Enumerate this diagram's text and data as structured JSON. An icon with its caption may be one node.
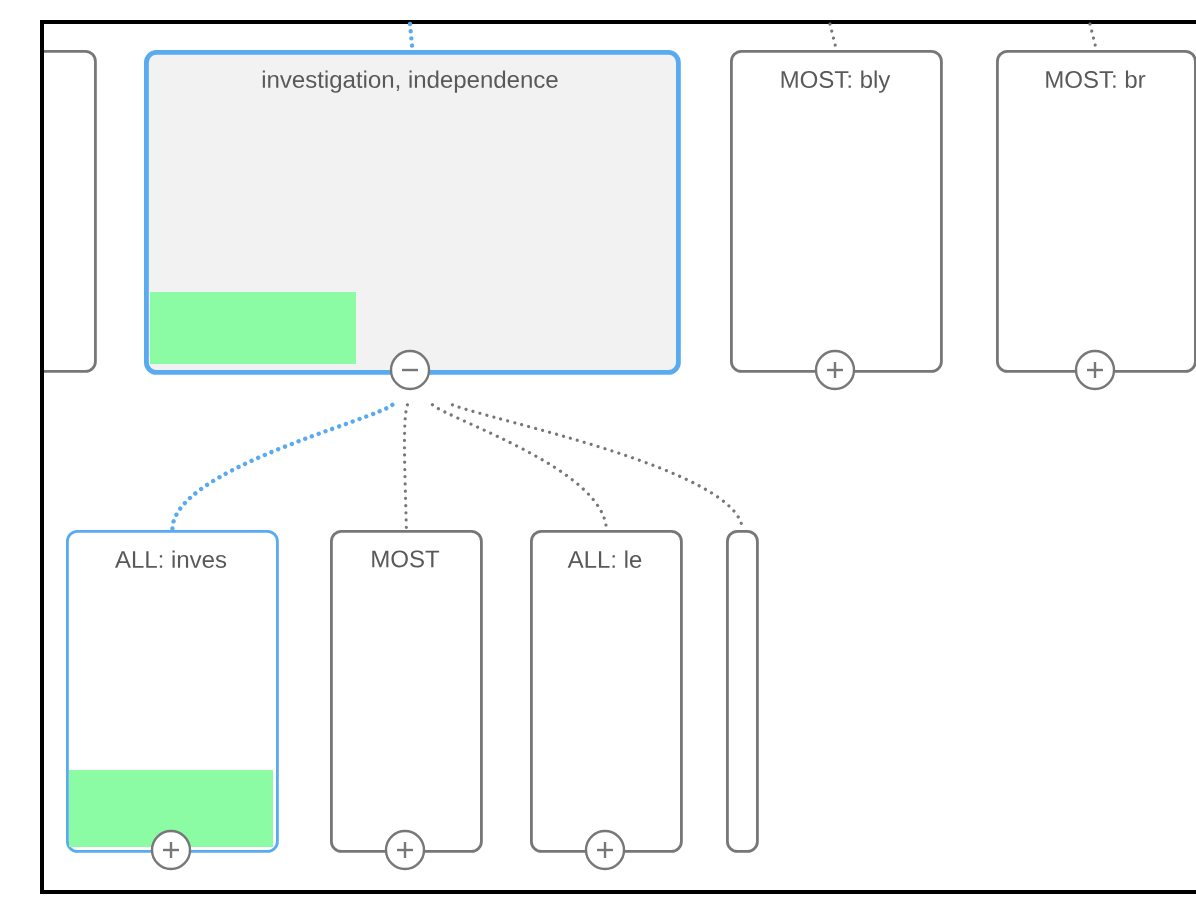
{
  "diagram": {
    "nodes": [
      {
        "text": [],
        "shape": "box"
      },
      {
        "text": [
          "investigation, independence"
        ]
      },
      {
        "text": [
          "MOST: bly"
        ]
      },
      {
        "text": [
          "MOST: br"
        ]
      },
      {
        "text": [
          "ALL: inves"
        ]
      },
      {
        "text": [
          "MOST"
        ]
      },
      {
        "text": [
          "ALL: le"
        ]
      },
      {
        "text": [],
        "shape": "box"
      }
    ],
    "edges": [
      {
        "from": null,
        "to": 1,
        "arrow": "none",
        "color": "#5aaaf0"
      },
      {
        "from": null,
        "to": 2,
        "arrow": "none"
      },
      {
        "from": null,
        "to": 3,
        "arrow": "none"
      },
      {
        "from": 1,
        "to": 4,
        "arrow": "none",
        "color": "#5aaaf0"
      },
      {
        "from": 1,
        "to": 5,
        "arrow": "none"
      },
      {
        "from": 1,
        "to": 6,
        "arrow": "none"
      },
      {
        "from": 1,
        "to": 7,
        "arrow": "none"
      }
    ]
  }
}
